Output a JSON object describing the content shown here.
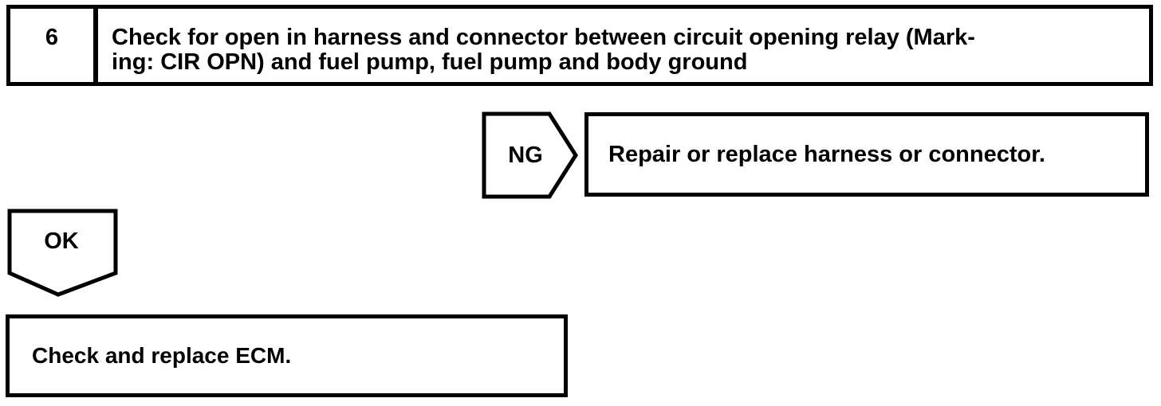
{
  "page": {
    "background": "#ffffff",
    "line_color": "#000000"
  },
  "step_box": {
    "number": "6",
    "instruction_lines": [
      "Check for open in harness and connector between circuit opening relay (Mark-",
      "ing: CIR OPN) and fuel pump, fuel pump and body ground"
    ],
    "instruction_full": "Check for open in harness and connector between circuit opening relay (Marking: CIR OPN) and fuel pump, fuel pump and body ground"
  },
  "ng_branch": {
    "connector_label": "NG",
    "action": "Repair or replace harness or connector."
  },
  "ok_branch": {
    "connector_label": "OK",
    "action": "Check and replace ECM."
  }
}
